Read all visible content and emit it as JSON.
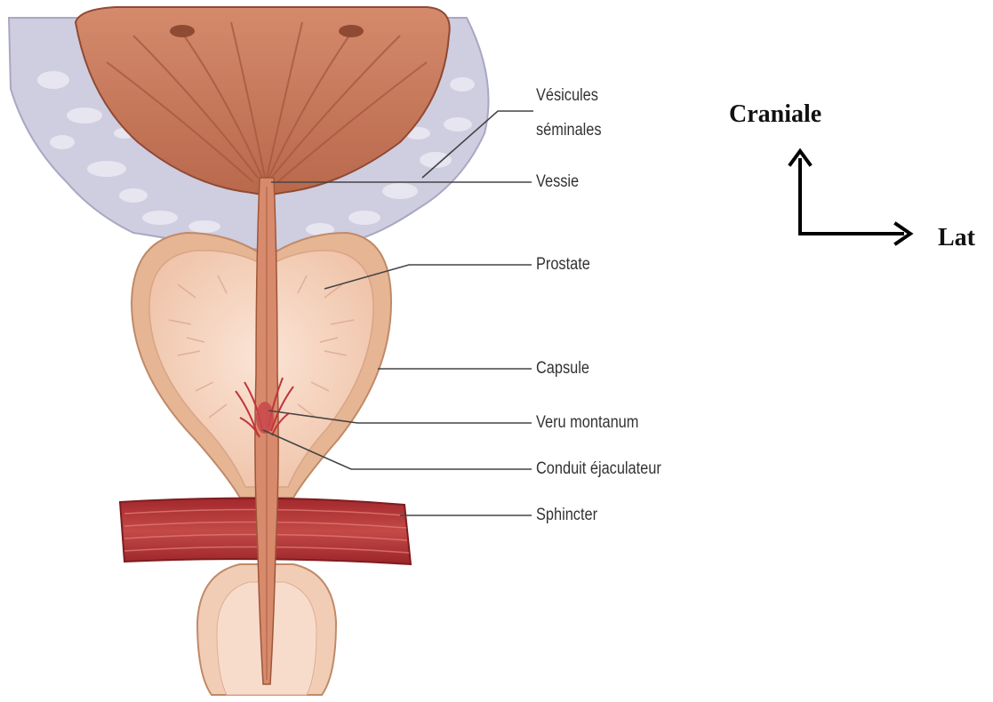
{
  "labels": {
    "vesicules_line1": "Vésicules",
    "vesicules_line2": "séminales",
    "vessie": "Vessie",
    "prostate": "Prostate",
    "capsule": "Capsule",
    "veru_montanum": "Veru montanum",
    "conduit_ejaculateur": "Conduit éjaculateur",
    "sphincter": "Sphincter"
  },
  "orientation": {
    "cranial": "Craniale",
    "lateral": "Lat"
  },
  "colors": {
    "bladder_muscle": "#c9765a",
    "perivesical_fat": "#c8c6d8",
    "prostate_capsule": "#e3b08e",
    "prostate_tissue": "#f4d4c0",
    "urethra": "#d98a6e",
    "sphincter": "#b93a3c",
    "leader_line": "#444444"
  }
}
